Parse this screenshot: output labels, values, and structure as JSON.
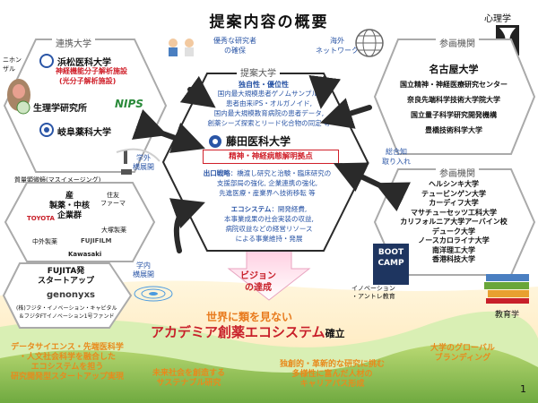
{
  "title": "提案内容の概要",
  "top": {
    "talent": "優秀な研究者\nの確保",
    "network": "海外\nネットワーク",
    "psychology": "心理学",
    "niho_saru": "ニホン\nザル"
  },
  "partner_univ": {
    "header": "連携大学",
    "hamamatsu": "浜松医科大学",
    "hamamatsu_sub1": "神経機能分子解析施設",
    "hamamatsu_sub2": "(光分子解析施設)",
    "nips_label": "生理学研究所",
    "nips_logo": "NIPS",
    "gifu": "岐阜薬科大学",
    "microscope": "質量顕微鏡(マスイメージング)",
    "learning_expand": "学外\n横展開"
  },
  "industry": {
    "header": "産\n製薬・中核\n企業群",
    "sumitomo": "住友\nファーマ",
    "toyota": "TOYOTA",
    "otsuka": "大塚製薬",
    "chugai": "中外製薬",
    "fujifilm": "FUJIFILM",
    "kawasaki": "Kawasaki"
  },
  "startup": {
    "header": "FUJITA発\nスタートアップ",
    "genonyxs": "genonyxs",
    "fund": "(株)フジタ・イノベーション・キャピタル\n＆フジタFTイノベーション1号ファンド",
    "learning_expand2": "学内\n横展開"
  },
  "center": {
    "header": "提案大学",
    "uniq_title": "独自性・優位性",
    "uniq_lines": [
      "国内最大規模患者ゲノムサンプル,",
      "患者由来iPS・オルガノイド,",
      "国内最大規模教育病院の患者データ,",
      "創薬シーズ探索とリード化合物の同定 等"
    ],
    "fujita": "藤田医科大学",
    "base": "精神・神経病態解明拠点",
    "exit_title": "出口戦略",
    "exit_lines": [
      "：橋渡し研究と治験・臨床研究の",
      "支援部局の強化, 企業連携の強化,",
      "先進医療・産業界へ技術移転 等"
    ],
    "eco_title": "エコシステム",
    "eco_lines": [
      "：開発経費,",
      "本事業成果の社会実装の収益,",
      "病院収益などの経営リソース",
      "による事業維持・発展"
    ]
  },
  "participating1": {
    "header": "参画機関",
    "items": [
      "名古屋大学",
      "国立精神・神経医療研究センター",
      "奈良先端科学技術大学院大学",
      "国立量子科学研究開発機構",
      "豊橋技術科学大学"
    ],
    "integrate": "総合知\n取り入れ"
  },
  "participating2": {
    "header": "参画機関",
    "items": [
      "ヘルシンキ大学",
      "テュービンゲン大学",
      "カーディフ大学",
      "マサチューセッツ工科大学",
      "カリフォルニア大学アーバイン校",
      "デューク大学",
      "ノースカロライナ大学",
      "南洋理工大学",
      "香港科技大学"
    ],
    "innovation": "イノベーション\n・アントレ教育",
    "pedagogy": "教育学",
    "bootcamp": "BOOT\nCAMP"
  },
  "vision": {
    "label": "ビジョン\nの達成",
    "line1": "世界に類を見ない",
    "line2": "アカデミア創薬エコシステム",
    "line2_suffix": "確立"
  },
  "bottom": {
    "c1": "データサイエンス・先端医科学\n・人文社会科学を融合した\nエコシステムを担う\n研究開発型スタートアップ実現",
    "c2": "未来社会を創造する\nサステナブル研究",
    "c3": "独創的・革新的な研究に挑む\n多様性に富んだ人材の\nキャリアパス形成",
    "c4": "大学のグローバル\nブランディング",
    "page": "1"
  },
  "colors": {
    "hex_gray": "#aaaaaa",
    "center_hex": "#2a2a2a",
    "red": "#d0202a",
    "blue": "#2a55a6",
    "vision_orange": "#e87a1c",
    "vision_red": "#c8202a",
    "green_hill": "#8fbf4a",
    "pink": "#f3b8cf",
    "bottom_orange": "#e88a1c"
  }
}
